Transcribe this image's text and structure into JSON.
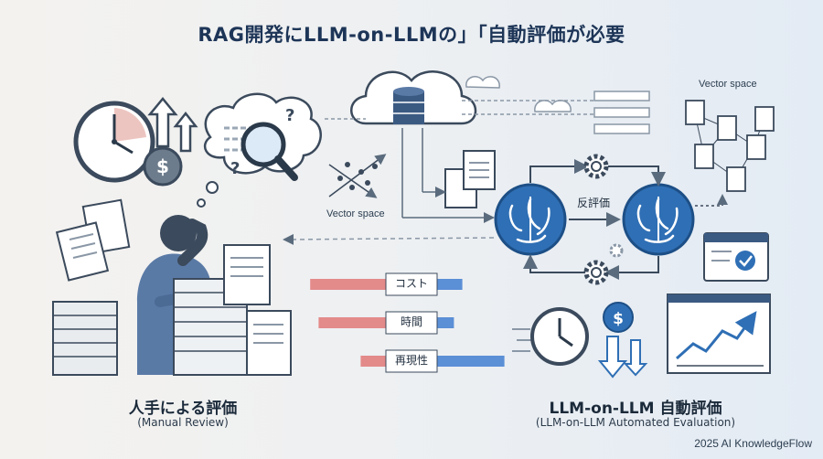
{
  "title": "RAG開発にLLM-on-LLMの」「自動評価が必要",
  "left": {
    "caption": "人手による評価",
    "subcaption": "(Manual Review)"
  },
  "right": {
    "caption": "LLM-on-LLM 自動評価",
    "subcaption": "(LLM-on-LLM Automated Evaluation)"
  },
  "labels": {
    "vector_space_center": "Vector space",
    "vector_space_right": "Vector space",
    "feedback": "反評価"
  },
  "comparison": {
    "rows": [
      {
        "label": "コスト",
        "manual": 0.9,
        "auto": 0.3
      },
      {
        "label": "時間",
        "manual": 0.8,
        "auto": 0.2
      },
      {
        "label": "再現性",
        "manual": 0.3,
        "auto": 0.8
      }
    ]
  },
  "colors": {
    "manual_bar": "#e38a8a",
    "auto_bar": "#5b8fd6",
    "accent": "#2f6fb5",
    "dark": "#3b4a5c"
  },
  "footer": "2025 AI KnowledgeFlow"
}
